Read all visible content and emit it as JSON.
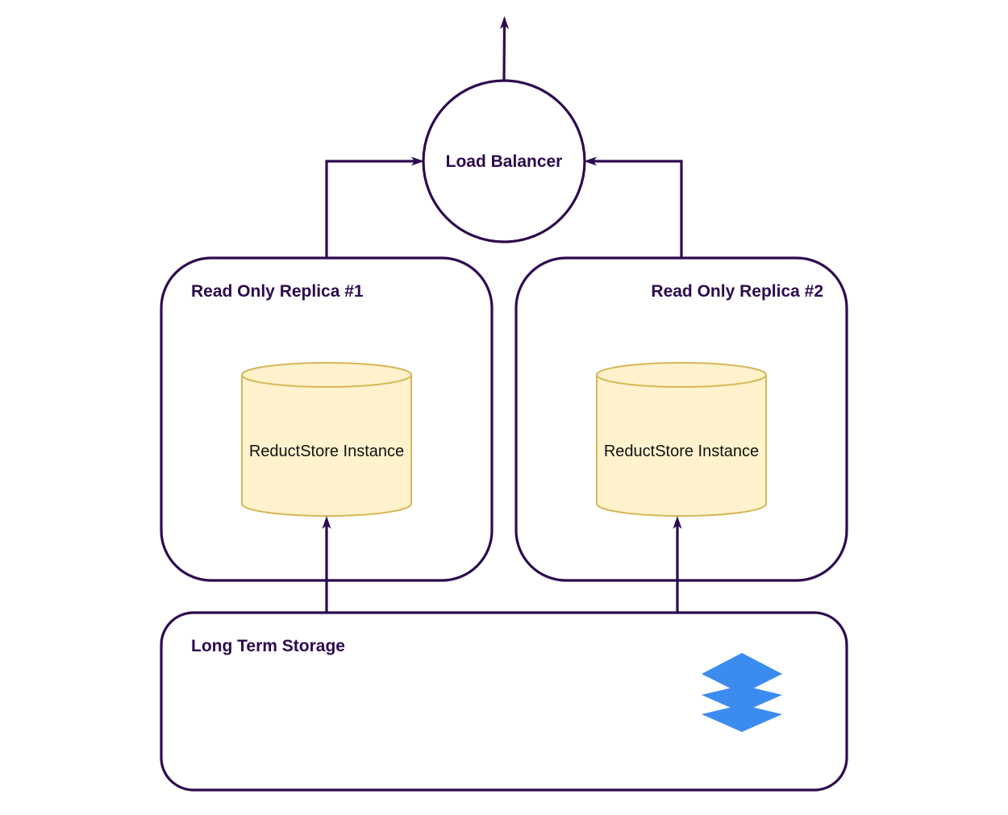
{
  "load_balancer": {
    "label": "Load Balancer"
  },
  "replicas": [
    {
      "title": "Read Only Replica #1",
      "instance_label": "ReductStore Instance"
    },
    {
      "title": "Read Only Replica #2",
      "instance_label": "ReductStore Instance"
    }
  ],
  "storage": {
    "title": "Long Term Storage",
    "icon": "stacked-layers-icon"
  },
  "colors": {
    "outline": "#2d0a4e",
    "cylinder_fill": "#fff2cc",
    "cylinder_stroke": "#d6b656",
    "storage_icon": "#3c8cf0"
  }
}
